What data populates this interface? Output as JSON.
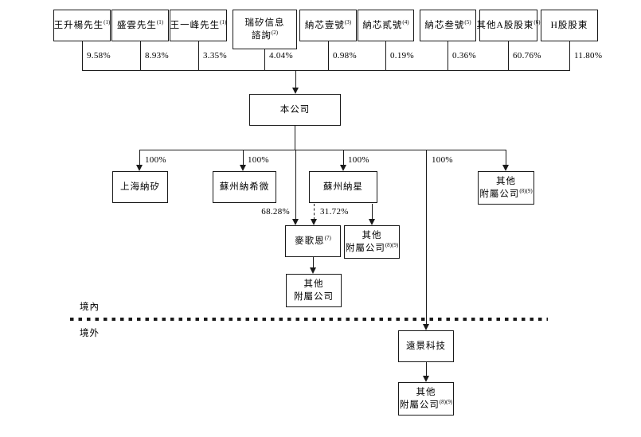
{
  "diagram": {
    "region_labels": {
      "onshore": "境內",
      "offshore": "境外"
    },
    "company": {
      "name": "本公司"
    },
    "shareholders": [
      {
        "name": "王升楊先生",
        "sup": "(1)",
        "pct": "9.58%"
      },
      {
        "name": "盛雲先生",
        "sup": "(1)",
        "pct": "8.93%"
      },
      {
        "name": "王一峰先生",
        "sup": "(1)",
        "pct": "3.35%"
      },
      {
        "name": "瑞矽信息",
        "name2": "諮詢",
        "sup": "(2)",
        "pct": "4.04%"
      },
      {
        "name": "納芯壹號",
        "sup": "(3)",
        "pct": "0.98%"
      },
      {
        "name": "納芯貳號",
        "sup": "(4)",
        "pct": "0.19%"
      },
      {
        "name": "納芯叁號",
        "sup": "(5)",
        "pct": "0.36%"
      },
      {
        "name": "其他A股股東",
        "sup": "(6)",
        "pct": "60.76%"
      },
      {
        "name": "H股股東",
        "sup": "",
        "pct": "11.80%"
      }
    ],
    "subsidiaries": {
      "shanghai_naxi": {
        "name": "上海納矽",
        "pct": "100%"
      },
      "suzhou_naxiwei": {
        "name": "蘇州納希微",
        "pct": "100%"
      },
      "suzhou_naxing": {
        "name": "蘇州納星",
        "pct": "100%"
      },
      "magntek": {
        "name": "麥歌恩",
        "sup": "(7)",
        "pct_direct": "68.28%",
        "pct_indirect": "31.72%"
      },
      "other_sub_naxing": {
        "name": "其他",
        "name2": "附屬公司",
        "sup": "(8)(9)"
      },
      "other_sub_company": {
        "name": "其他",
        "name2": "附屬公司",
        "sup": "(8)(9)"
      },
      "other_sub_magntek": {
        "name": "其他",
        "name2": "附屬公司",
        "sup": ""
      },
      "vision_tech": {
        "name": "遠景科技",
        "pct": "100%"
      },
      "other_sub_vision": {
        "name": "其他",
        "name2": "附屬公司",
        "sup": "(8)(9)"
      }
    }
  }
}
